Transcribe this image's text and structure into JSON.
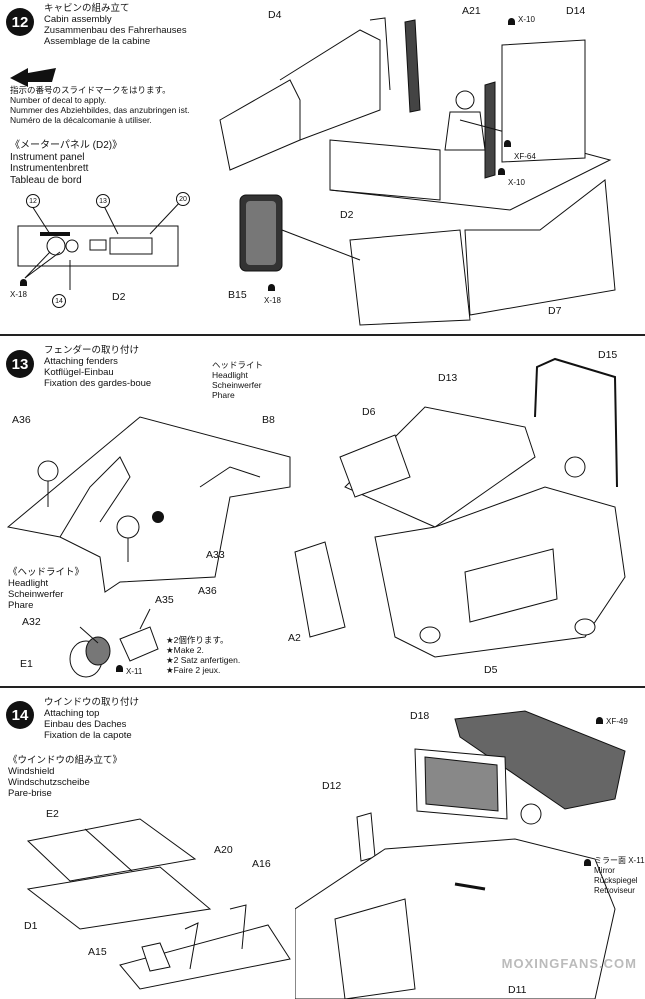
{
  "step12": {
    "number": "12",
    "title_jp": "キャビンの組み立て",
    "title_en": "Cabin assembly",
    "title_de": "Zusammenbau des Fahrerhauses",
    "title_fr": "Assemblage de la cabine",
    "decal_note_jp": "指示の番号のスライドマークをはります。",
    "decal_note_en": "Number of decal to apply.",
    "decal_note_de": "Nummer des Abziehbildes, das anzubringen ist.",
    "decal_note_fr": "Numéro de la décalcomanie à utiliser.",
    "sub_title_jp": "《メーターパネル (D2)》",
    "sub_en": "Instrument panel",
    "sub_de": "Instrumentenbrett",
    "sub_fr": "Tableau de bord",
    "decals": [
      "12",
      "13",
      "20",
      "14"
    ],
    "labels": {
      "d4": "D4",
      "a21": "A21",
      "d14": "D14",
      "x10a": "X-10",
      "xf64": "XF-64",
      "x10b": "X-10",
      "d2": "D2",
      "d7": "D7",
      "b15": "B15",
      "x18": "X-18",
      "x18b": "X-18",
      "d2b": "D2"
    }
  },
  "step13": {
    "number": "13",
    "title_jp": "フェンダーの取り付け",
    "title_en": "Attaching fenders",
    "title_de": "Kotflügel-Einbau",
    "title_fr": "Fixation des gardes-boue",
    "headlight_jp": "ヘッドライト",
    "headlight_en": "Headlight",
    "headlight_de": "Scheinwerfer",
    "headlight_fr": "Phare",
    "sub_title_jp": "《ヘッドライト》",
    "sub_en": "Headlight",
    "sub_de": "Scheinwerfer",
    "sub_fr": "Phare",
    "make_jp": "★2個作ります。",
    "make_en": "★Make 2.",
    "make_de": "★2 Satz anfertigen.",
    "make_fr": "★Faire 2 jeux.",
    "labels": {
      "a36": "A36",
      "b8": "B8",
      "a33": "A33",
      "a36b": "A36",
      "a35": "A35",
      "a32": "A32",
      "e1": "E1",
      "x11": "X-11",
      "d15": "D15",
      "d13": "D13",
      "d6": "D6",
      "a2": "A2",
      "d5": "D5"
    }
  },
  "step14": {
    "number": "14",
    "title_jp": "ウインドウの取り付け",
    "title_en": "Attaching top",
    "title_de": "Einbau des Daches",
    "title_fr": "Fixation de la capote",
    "sub_title_jp": "《ウインドウの組み立て》",
    "sub_en": "Windshield",
    "sub_de": "Windschutzscheibe",
    "sub_fr": "Pare-brise",
    "mirror_jp": "ミラー面 X-11",
    "mirror_en": "Mirror",
    "mirror_de": "Rückspiegel",
    "mirror_fr": "Retroviseur",
    "labels": {
      "e2": "E2",
      "d1": "D1",
      "a20": "A20",
      "a16": "A16",
      "a15": "A15",
      "d18": "D18",
      "xf49": "XF-49",
      "d12": "D12",
      "d11": "D11"
    }
  },
  "watermark": "MOXINGFANS.COM"
}
